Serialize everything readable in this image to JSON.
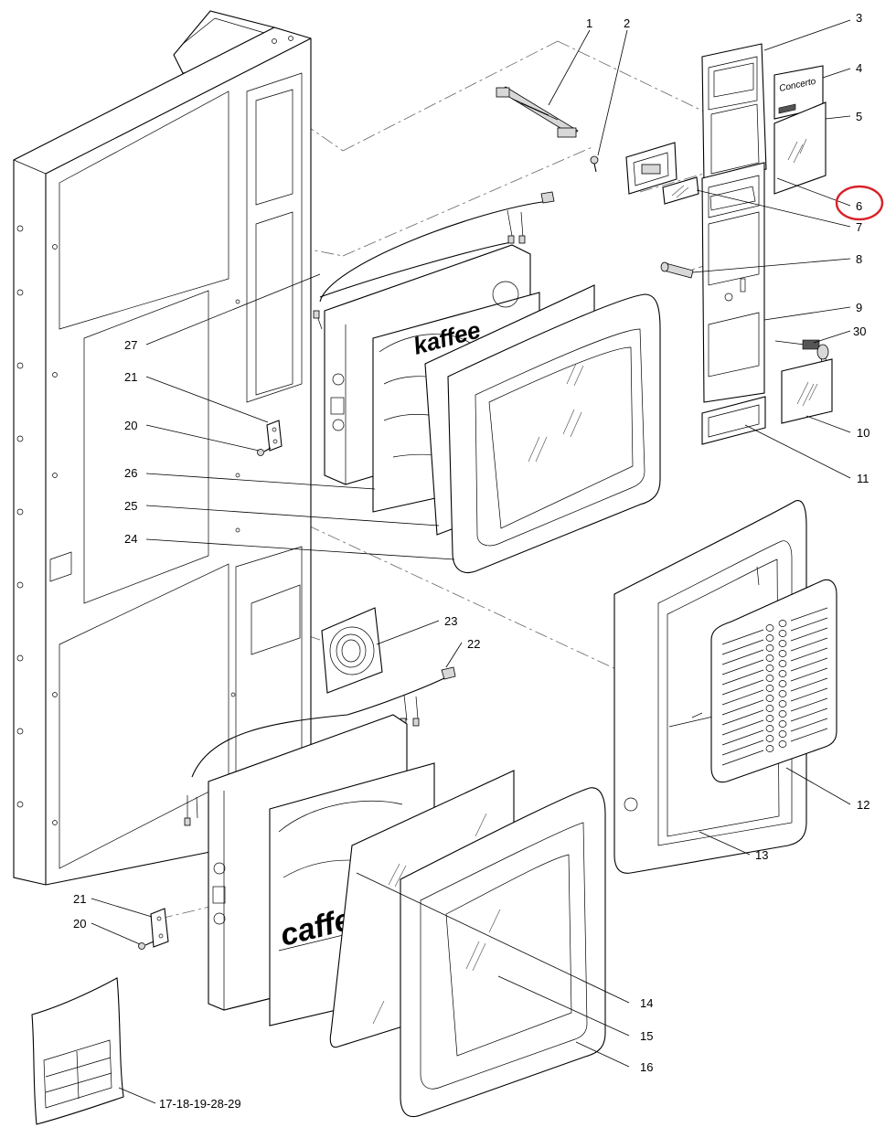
{
  "diagram": {
    "labels": {
      "l1": "1",
      "l2": "2",
      "l3": "3",
      "l4": "4",
      "l5": "5",
      "l6": "6",
      "l7": "7",
      "l8": "8",
      "l9": "9",
      "l10": "10",
      "l11": "11",
      "l12": "12",
      "l13": "13",
      "l14": "14",
      "l15": "15",
      "l16": "16",
      "l17": "17-18-19-28-29",
      "l20a": "20",
      "l20b": "20",
      "l21a": "21",
      "l21b": "21",
      "l22": "22",
      "l23": "23",
      "l24": "24",
      "l25": "25",
      "l26": "26",
      "l27": "27",
      "l30": "30"
    },
    "decals": {
      "brand_upper": "kaffee",
      "brand_lower": "caffe",
      "badge_top": "Concerto"
    },
    "highlight": {
      "color": "#d8232a"
    }
  }
}
